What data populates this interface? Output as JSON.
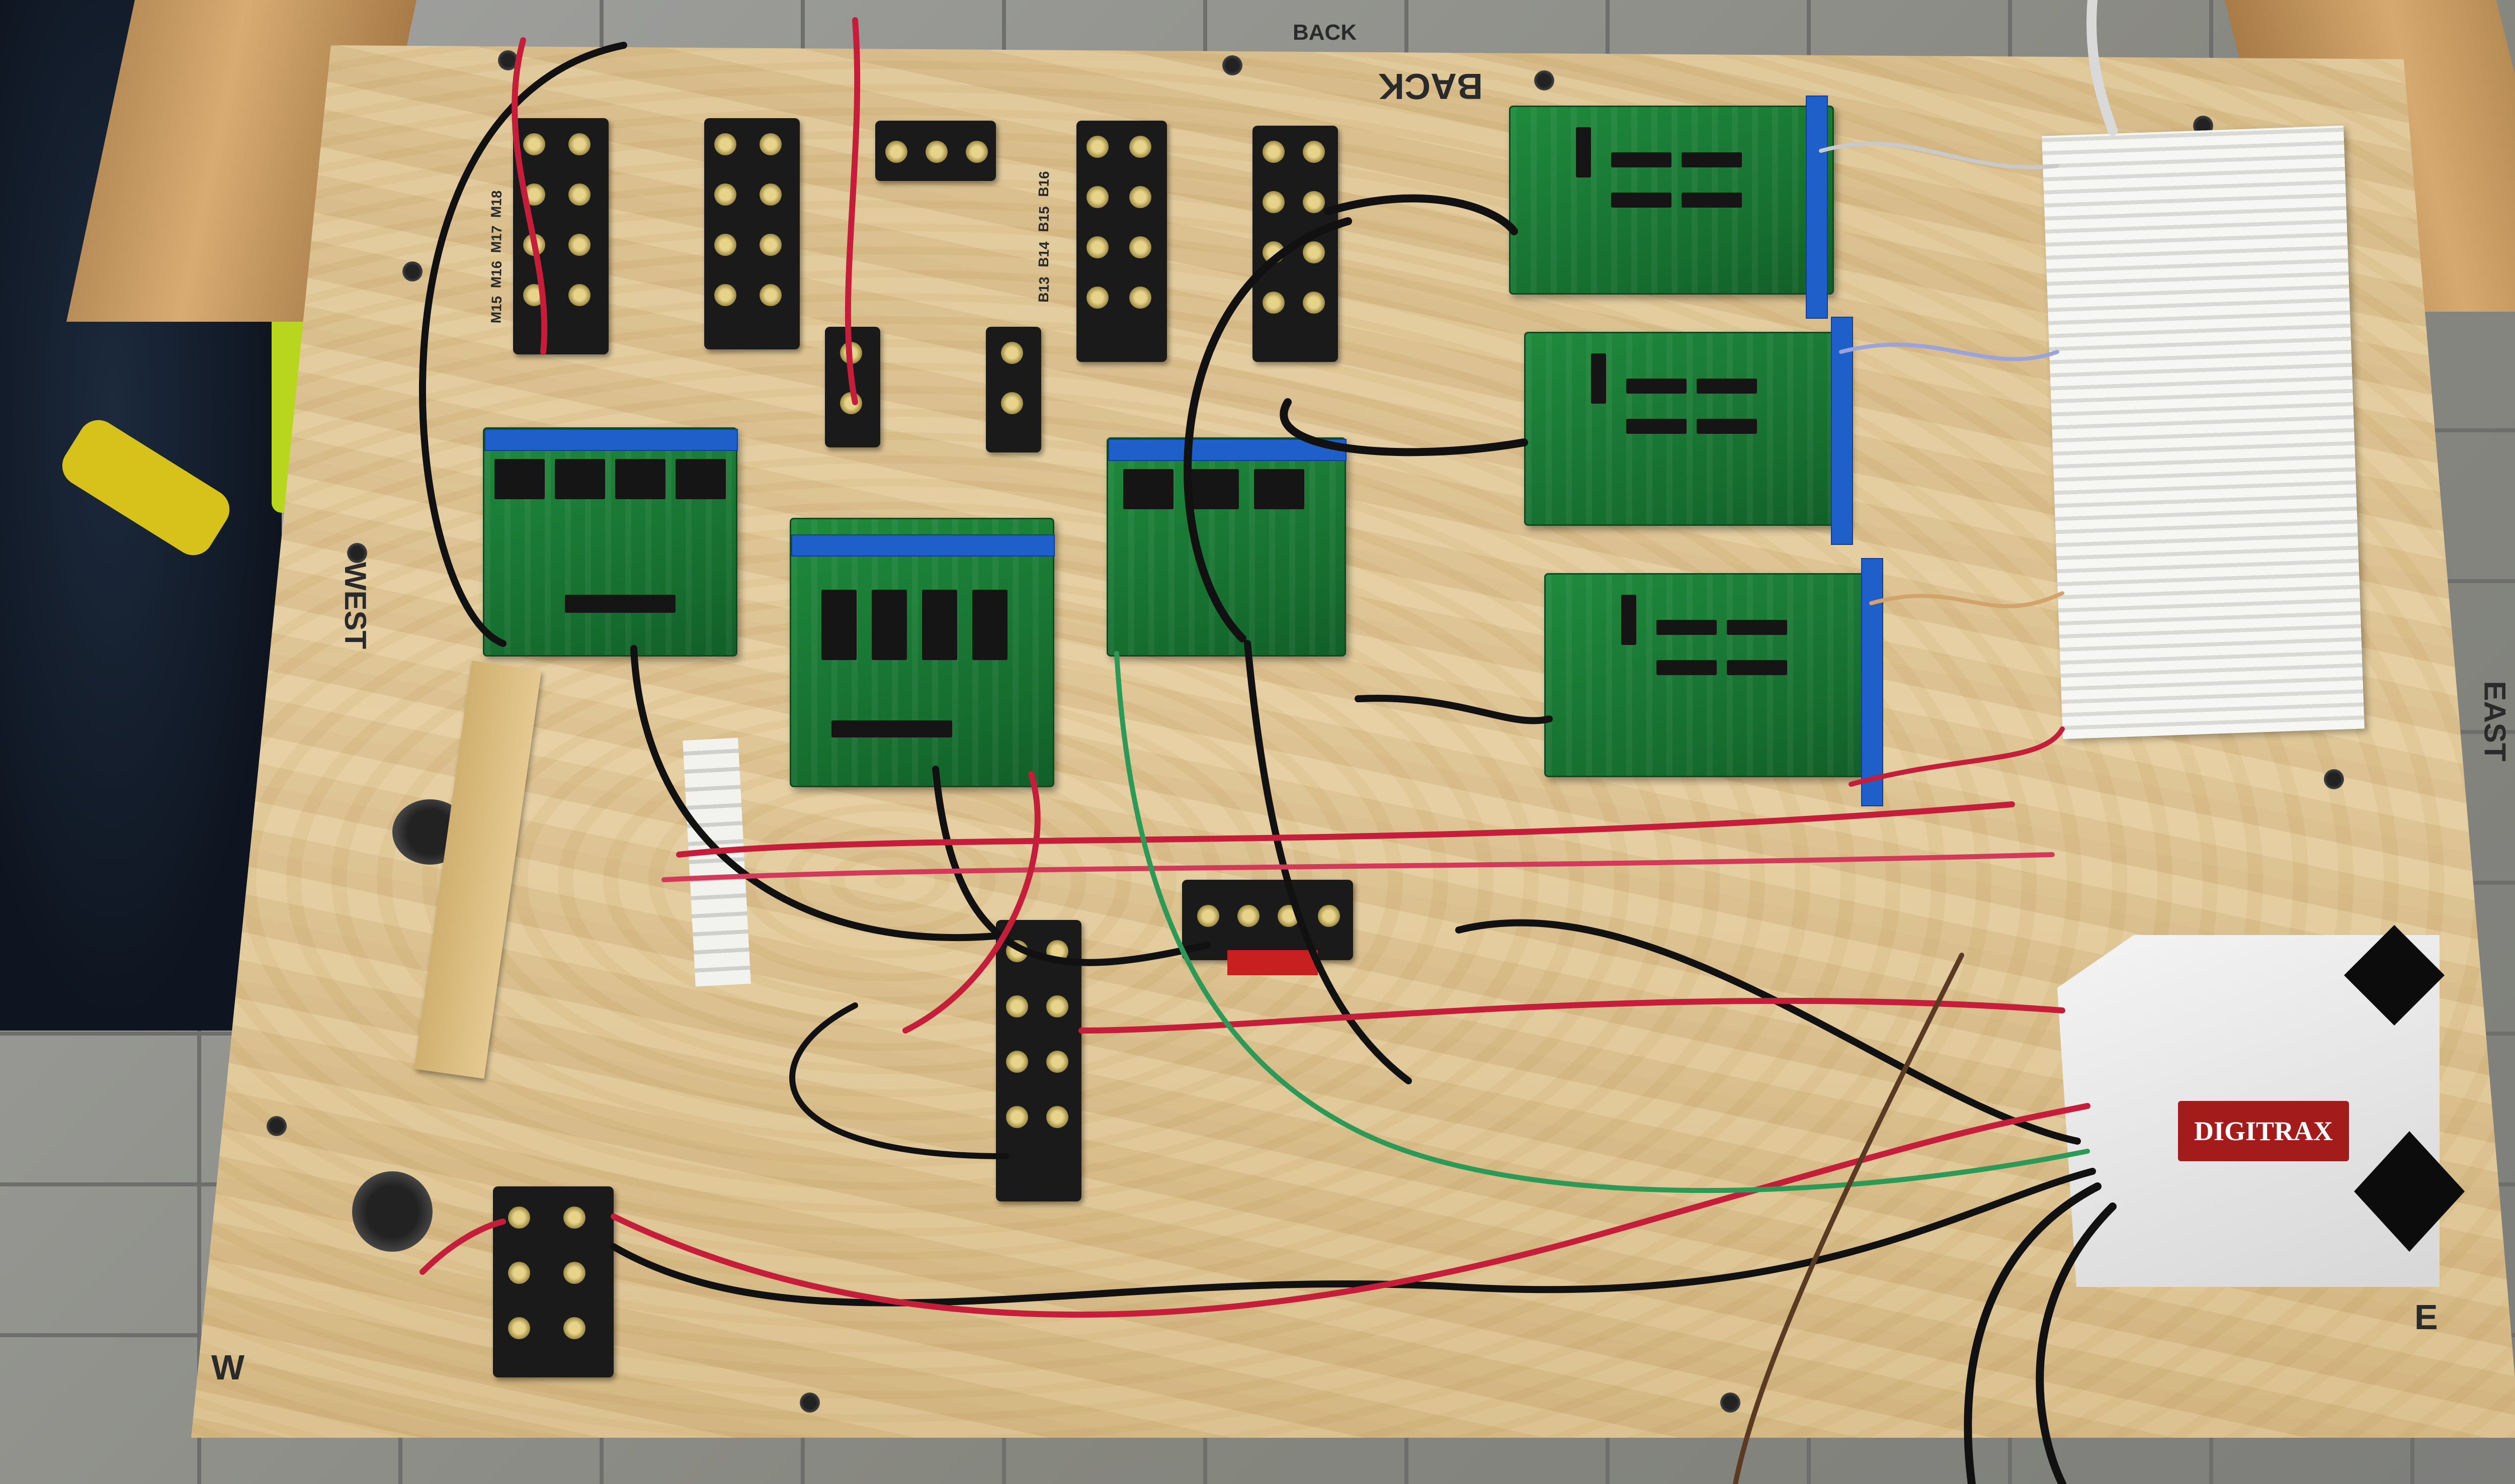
{
  "image": {
    "board_labels": {
      "back": "BACK",
      "back_large": "BACK",
      "west": "WEST",
      "west_corner": "W",
      "east": "EAST",
      "east_corner": "E"
    },
    "label_terminal_strips": {
      "top_left_row": [
        "M15",
        "M16",
        "M17",
        "M18"
      ],
      "top_right_row": [
        "B13",
        "B14",
        "B15",
        "B16"
      ]
    },
    "power_supply_brand": "DIGITRAX",
    "colors": {
      "plywood": "#e0c799",
      "pcb_green": "#1c7f37",
      "connector_blue": "#1f5fc9",
      "wire_red": "#c41e3a",
      "wire_black": "#111111",
      "wire_green": "#2c9a56"
    }
  }
}
